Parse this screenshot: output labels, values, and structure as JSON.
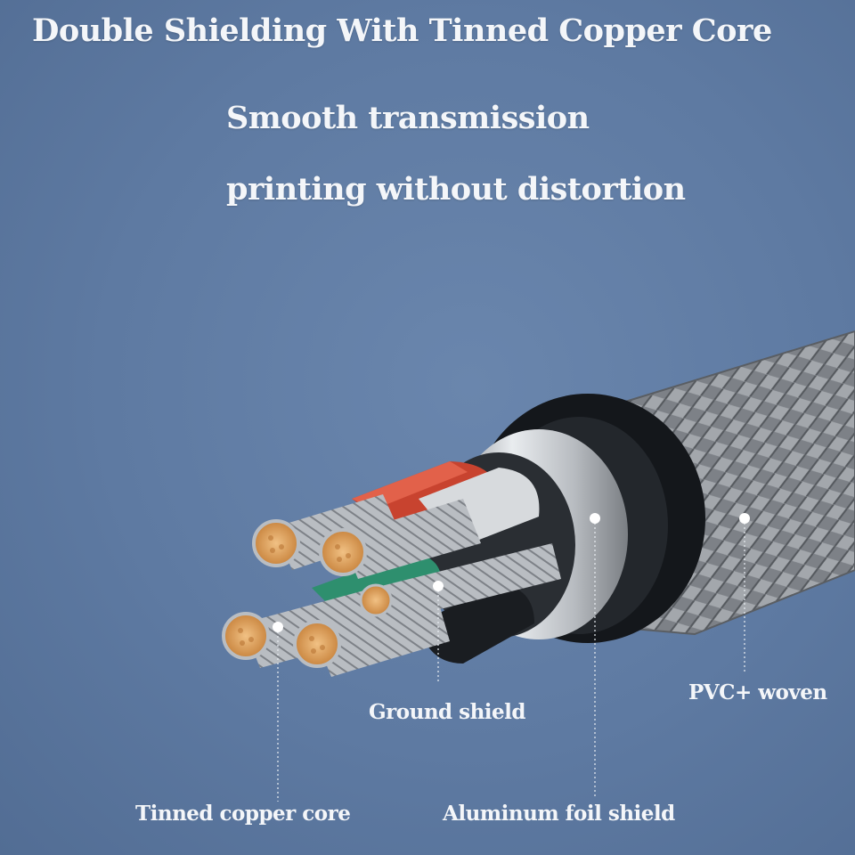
{
  "headline": {
    "title": "Double Shielding With Tinned Copper Core",
    "subtitle_line1": "Smooth transmission",
    "subtitle_line2": "printing without distortion"
  },
  "callouts": {
    "ground_shield": "Ground shield",
    "tinned_copper_core": "Tinned copper core",
    "aluminum_foil_shield": "Aluminum foil shield",
    "pvc_woven": "PVC+ woven"
  },
  "colors": {
    "background": "#5f7ba3",
    "text": "#f4f6f9",
    "copper": "#e0a25e",
    "red_insulation": "#c8432f",
    "green_insulation": "#2e8f6e",
    "braid": "#8a8e93",
    "jacket": "#111418"
  },
  "icons": [
    "cable-illustration",
    "callout-dot"
  ]
}
